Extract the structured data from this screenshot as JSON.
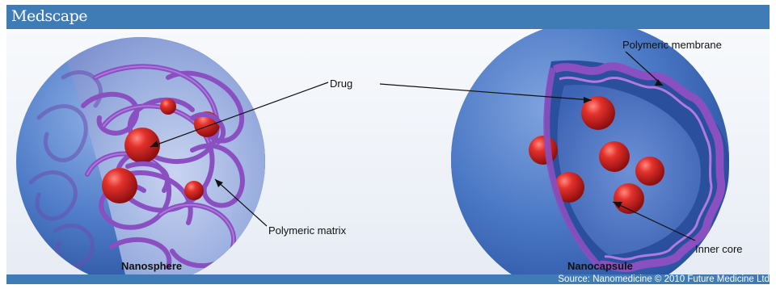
{
  "header": {
    "brand": "Medscape"
  },
  "diagram": {
    "labels": {
      "drug": "Drug",
      "polymeric_membrane": "Polymeric membrane",
      "polymeric_matrix": "Polymeric matrix",
      "inner_core": "Inner core"
    },
    "captions": {
      "nanosphere": "Nanosphere",
      "nanocapsule": "Nanocapsule"
    },
    "colors": {
      "sphere_blue": "#4a78c4",
      "polymer_purple": "#8a4fc0",
      "drug_red": "#c41e1e"
    }
  },
  "footer": {
    "source": "Source: Nanomedicine © 2010 Future Medicine Ltd"
  }
}
